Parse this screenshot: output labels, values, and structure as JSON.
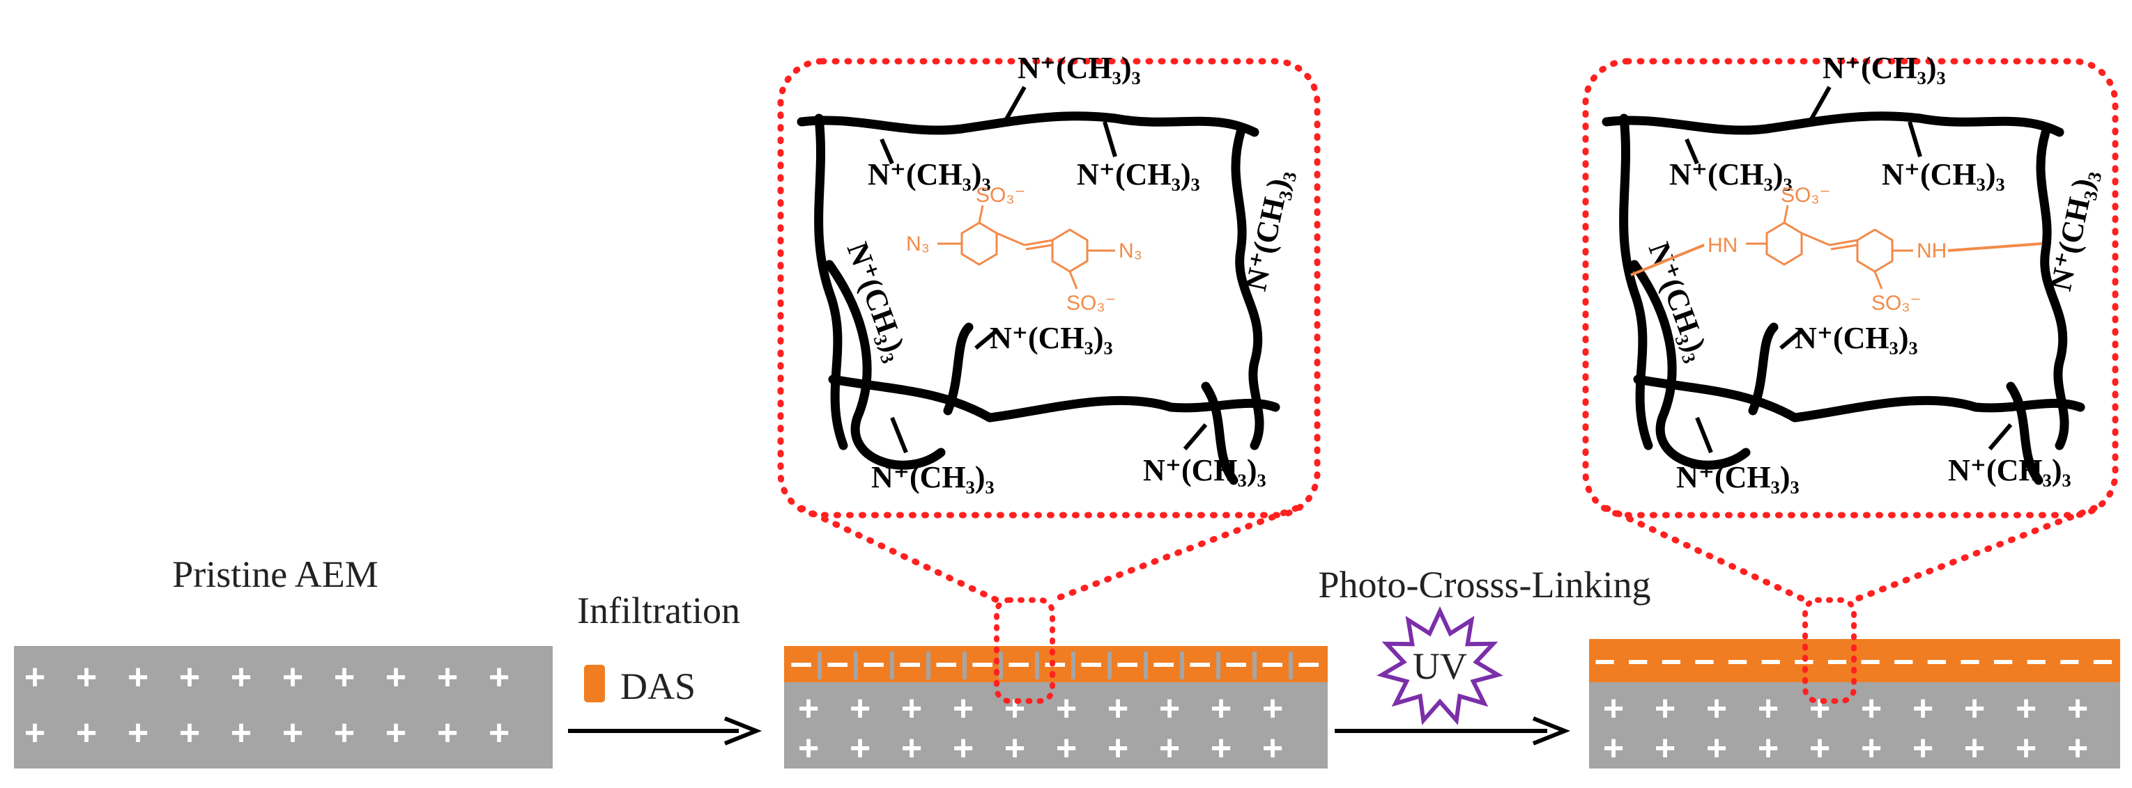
{
  "labels": {
    "pristine": "Pristine AEM",
    "infiltration": "Infiltration",
    "das": "DAS",
    "photo": "Photo-Crosss-Linking",
    "uv": "UV"
  },
  "groups": {
    "quat": "N⁺(CH₃)₃",
    "sulfonate": "SO₃⁻",
    "azide": "N₃",
    "amine": "HN",
    "amine_r": "NH"
  },
  "symbols": {
    "plus": "+",
    "minus": "–"
  },
  "colors": {
    "membrane": "#a5a5a5",
    "das_layer": "#f07d22",
    "molecule": "#f28a48",
    "zoom_border": "#ff2020",
    "uv_star": "#7b2fa8",
    "polymer": "#000000"
  }
}
